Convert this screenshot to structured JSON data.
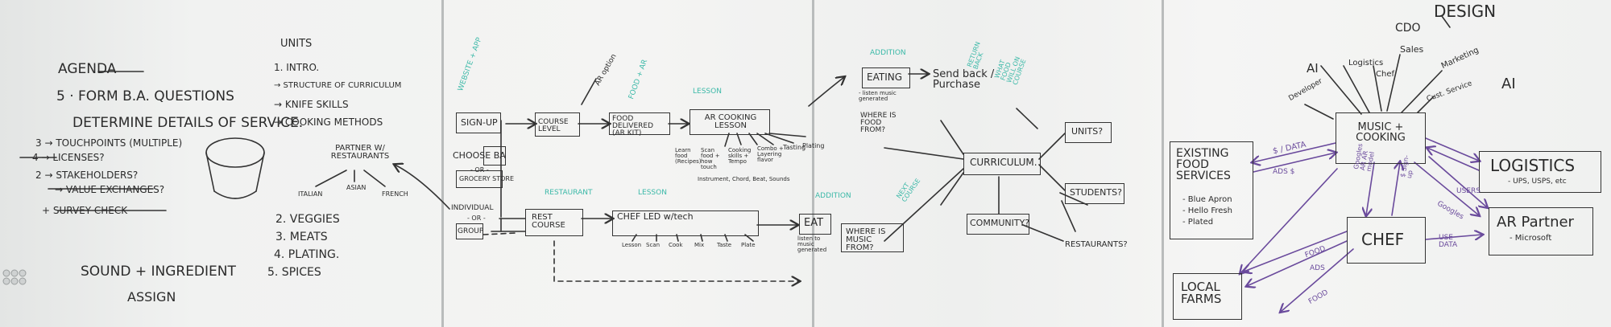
{
  "panel1": {
    "agenda_title": "AGENDA",
    "agenda_items": [
      "5 · FORM B.A. QUESTIONS",
      "DETERMINE DETAILS OF SERVICE."
    ],
    "tasks": [
      "3 → TOUCHPOINTS (MULTIPLE)",
      "4 → LICENSES?",
      "2 → STAKEHOLDERS?",
      "→ VALUE EXCHANGES?",
      "+ SURVEY CHECK"
    ],
    "units_title": "UNITS",
    "units_items": [
      "1. INTRO.",
      "→ STRUCTURE OF CURRICULUM",
      "→ KNIFE SKILLS",
      "→ COOKING METHODS"
    ],
    "partner": "PARTNER W/ RESTAURANTS",
    "cuisines": [
      "ITALIAN",
      "ASIAN",
      "FRENCH"
    ],
    "units_more": [
      "2. VEGGIES",
      "3. MEATS",
      "4. PLATING.",
      "5. SPICES"
    ],
    "bottom_note": [
      "SOUND + INGREDIENT",
      "ASSIGN"
    ]
  },
  "panel2": {
    "teal_notes": [
      "WEBSITE + APP",
      "AR option",
      "FOOD + AR",
      "LESSON",
      "RESTAURANT",
      "LESSON"
    ],
    "signup": "SIGN-UP",
    "choose": "CHOOSE BA",
    "or1": "- OR -",
    "grocery": "GROCERY STORE",
    "individual": "INDIVIDUAL",
    "or2": "- OR -",
    "group": "GROUP",
    "course_level": "COURSE LEVEL",
    "food_delivered": "FOOD DELIVERED (AR KIT)",
    "ar_cooking": "AR COOKING LESSON",
    "steps_top": [
      "Learn food (Recipes)",
      "Scan food + how touch",
      "Cooking skills + Tempo",
      "Combo + Layering flavor",
      "Tasting",
      "Plating"
    ],
    "instrument_note": "Instrument, Chord, Beat, Sounds",
    "rest_course": "REST COURSE",
    "chef_led": "CHEF LED w/tech",
    "steps_bottom": [
      "Lesson",
      "Scan",
      "Cook",
      "Mix",
      "Taste",
      "Plate"
    ]
  },
  "panel3": {
    "teal_notes": [
      "ADDITION",
      "RETURN BACK",
      "WHAT FOOD WILL ON COURSE",
      "ADDITION",
      "NEXT COURSE"
    ],
    "eating": "EATING",
    "eating_sub": "- listen music generated",
    "send_back": "Send back / Purchase",
    "where_food": "WHERE IS FOOD FROM?",
    "curriculum": "CURRICULUM.",
    "units_q": "UNITS?",
    "eat": "EAT",
    "eat_sub": "listen to music generated",
    "where_music": "WHERE IS MUSIC FROM?",
    "community": "COMMUNITY?",
    "students": "STUDENTS?",
    "restaurants": "RESTAURANTS?"
  },
  "panel4": {
    "design": "DESIGN",
    "cdo": "CDO",
    "ai1": "AI",
    "roles": [
      "Logistics",
      "Chef",
      "Sales",
      "Marketing",
      "Developer",
      "Cust. Service"
    ],
    "ai2": "AI",
    "music": "MUSIC + COOKING",
    "existing_title": "EXISTING FOOD SERVICES",
    "existing_items": [
      "- Blue Apron",
      "- Hello Fresh",
      "- Plated"
    ],
    "dollar_data": "$ / DATA",
    "ads": "ADS $",
    "google_ar": "Googles AR AR model",
    "sign_up": "$ Sign-up",
    "logistics": "LOGISTICS",
    "logistics_sub": "- UPS, USPS, etc",
    "users": "USERS",
    "googles": "Googles",
    "chef": "CHEF",
    "use_data": "USE DATA",
    "ar_partner": "AR Partner",
    "ar_partner_sub": "- Microsoft",
    "local": "LOCAL FARMS",
    "food1": "FOOD",
    "ads2": "ADS",
    "food2": "FOOD"
  }
}
